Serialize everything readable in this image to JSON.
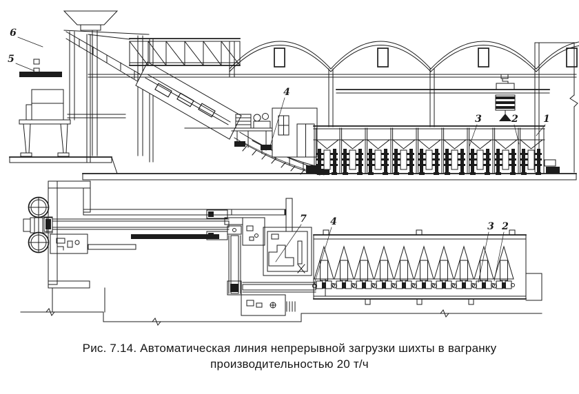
{
  "caption": {
    "line1": "Рис. 7.14. Автоматическая линия непрерывной загрузки шихты в вагранку",
    "line2": "производительностью 20 т/ч"
  },
  "labels_elevation": {
    "n1": "1",
    "n2": "2",
    "n3": "3",
    "n4": "4",
    "n5": "5",
    "n6": "6"
  },
  "labels_plan": {
    "n2": "2",
    "n3": "3",
    "n4": "4",
    "n7": "7"
  },
  "colors": {
    "ink": "#1c1c1c",
    "paper": "#ffffff"
  }
}
